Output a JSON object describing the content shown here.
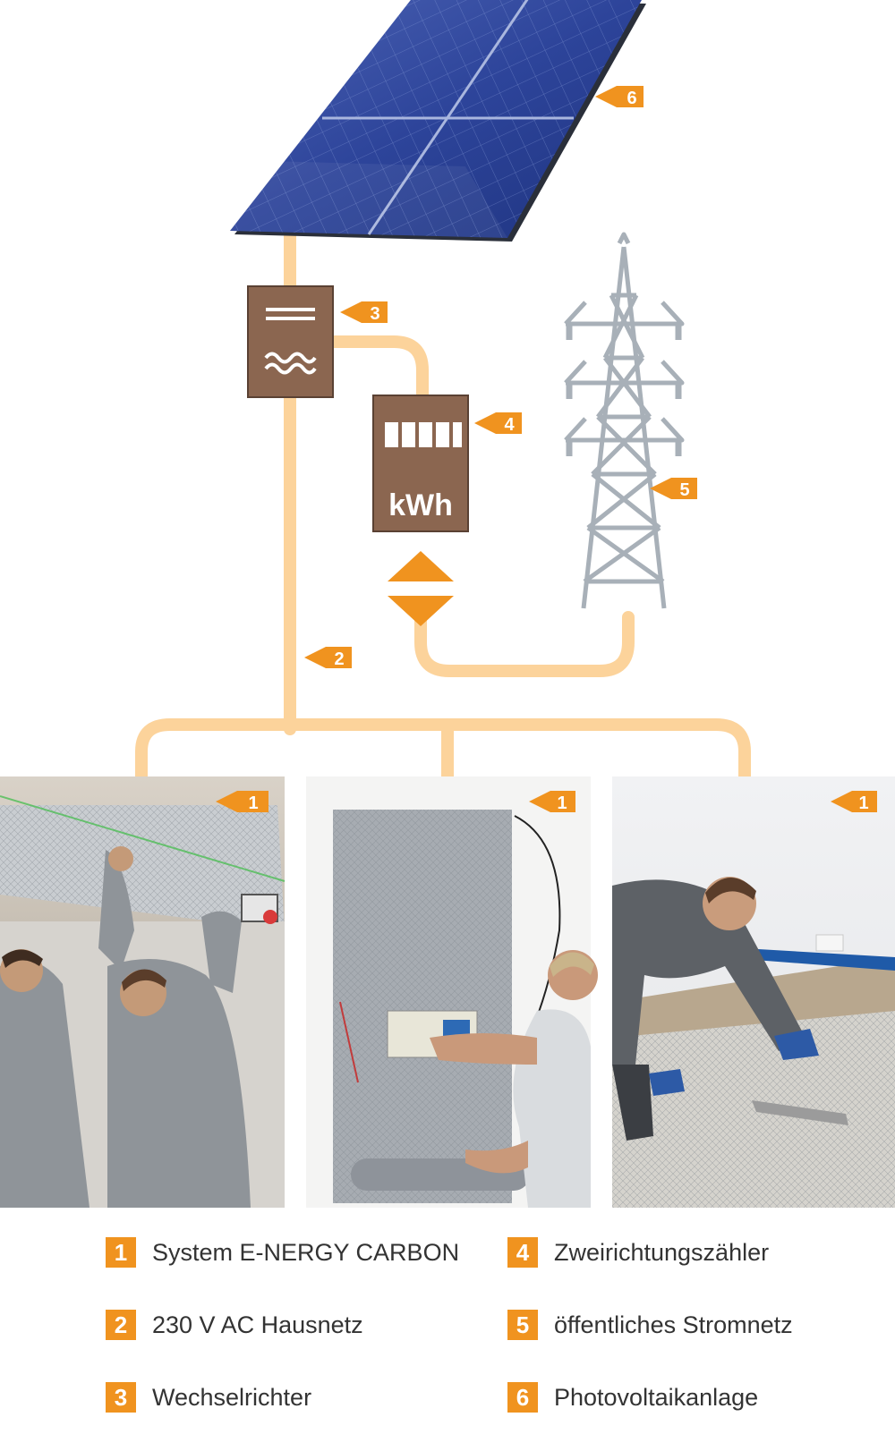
{
  "colors": {
    "line": "#fcd39b",
    "accent": "#f0931f",
    "device": "#8b6650",
    "tower": "#a8b0b8",
    "panel": "#2f4a9a",
    "text": "#333333"
  },
  "diagram": {
    "tags": {
      "panel": "6",
      "inverter": "3",
      "meter": "4",
      "pylon": "5",
      "house_net": "2",
      "photo_ceiling": "1",
      "photo_wall": "1",
      "photo_floor": "1"
    },
    "meter_unit": "kWh",
    "icons": {
      "inverter": "ac-dc-converter-icon",
      "meter": "bidirectional-meter-icon",
      "flow": "bidirectional-arrow-icon",
      "pylon": "power-pylon-icon",
      "panel": "solar-panel-icon"
    },
    "photos": [
      {
        "subject": "two workers installing heating film on ceiling"
      },
      {
        "subject": "worker applying heating film on wall"
      },
      {
        "subject": "worker laying heating film on floor"
      }
    ]
  },
  "legend": {
    "items": [
      {
        "num": "1",
        "label": "System E-NERGY CARBON"
      },
      {
        "num": "2",
        "label": "230 V AC Hausnetz"
      },
      {
        "num": "3",
        "label": "Wechselrichter"
      },
      {
        "num": "4",
        "label": "Zweirichtungszähler"
      },
      {
        "num": "5",
        "label": "öffentliches Stromnetz"
      },
      {
        "num": "6",
        "label": "Photovoltaikanlage"
      }
    ]
  }
}
